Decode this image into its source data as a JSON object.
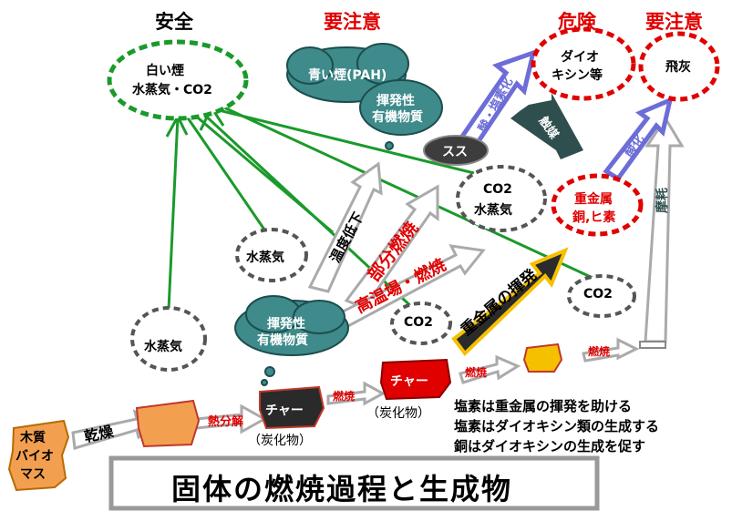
{
  "categories": {
    "safe": "安全",
    "caution1": "要注意",
    "danger": "危険",
    "caution2": "要注意"
  },
  "clouds": {
    "white_smoke": "白い煙",
    "steam_co2": "水蒸気・CO2",
    "blue_smoke": "青い煙(PAH)",
    "volatile_organic_1": "揮発性",
    "volatile_organic_2": "有機物質",
    "dioxin_1": "ダイオ",
    "dioxin_2": "キシン等",
    "fly_ash": "飛灰",
    "soot": "スス",
    "co2_top": "CO2",
    "steam_top": "水蒸気",
    "heavy_metal_1": "重金属",
    "heavy_metal_2": "銅,ヒ素",
    "steam_mid": "水蒸気",
    "steam_low": "水蒸気",
    "volatile_low_1": "揮発性",
    "volatile_low_2": "有機物質",
    "co2_mid": "CO2",
    "co2_right": "CO2"
  },
  "arrows": {
    "drying": "乾燥",
    "pyrolysis": "熱分解",
    "burn1": "燃焼",
    "burn2": "燃焼",
    "burn3": "燃焼",
    "temp_drop": "温度低下",
    "partial_combustion": "部分燃焼",
    "high_temp_combustion": "高温場・燃焼",
    "metal_volatilization": "重金属の揮発",
    "acid_chlorination": "酸・塩素化",
    "catalyst": "触媒",
    "oxidation": "酸化",
    "wear": "摩耗"
  },
  "materials": {
    "biomass_1": "木質",
    "biomass_2": "バイオ",
    "biomass_3": "マス",
    "char1": "チャー",
    "char2": "チャー",
    "carbide1": "（炭化物）",
    "carbide2": "（炭化物）"
  },
  "notes": [
    "塩素は重金属の揮発を助ける",
    "塩素はダイオキシン類の生成する",
    "銅はダイオキシンの生成を促す"
  ],
  "title": "固体の燃焼過程と生成物",
  "colors": {
    "safe_green": "#1a9a2a",
    "red": "#e00000",
    "teal": "#3f8a8a",
    "char_dark": "#2a2a2a",
    "char_red": "#e00000",
    "orange": "#f2a050",
    "gold": "#f5c000",
    "blue_arrow": "#6d6dd8",
    "grey_arrow": "#aaaaaa"
  }
}
